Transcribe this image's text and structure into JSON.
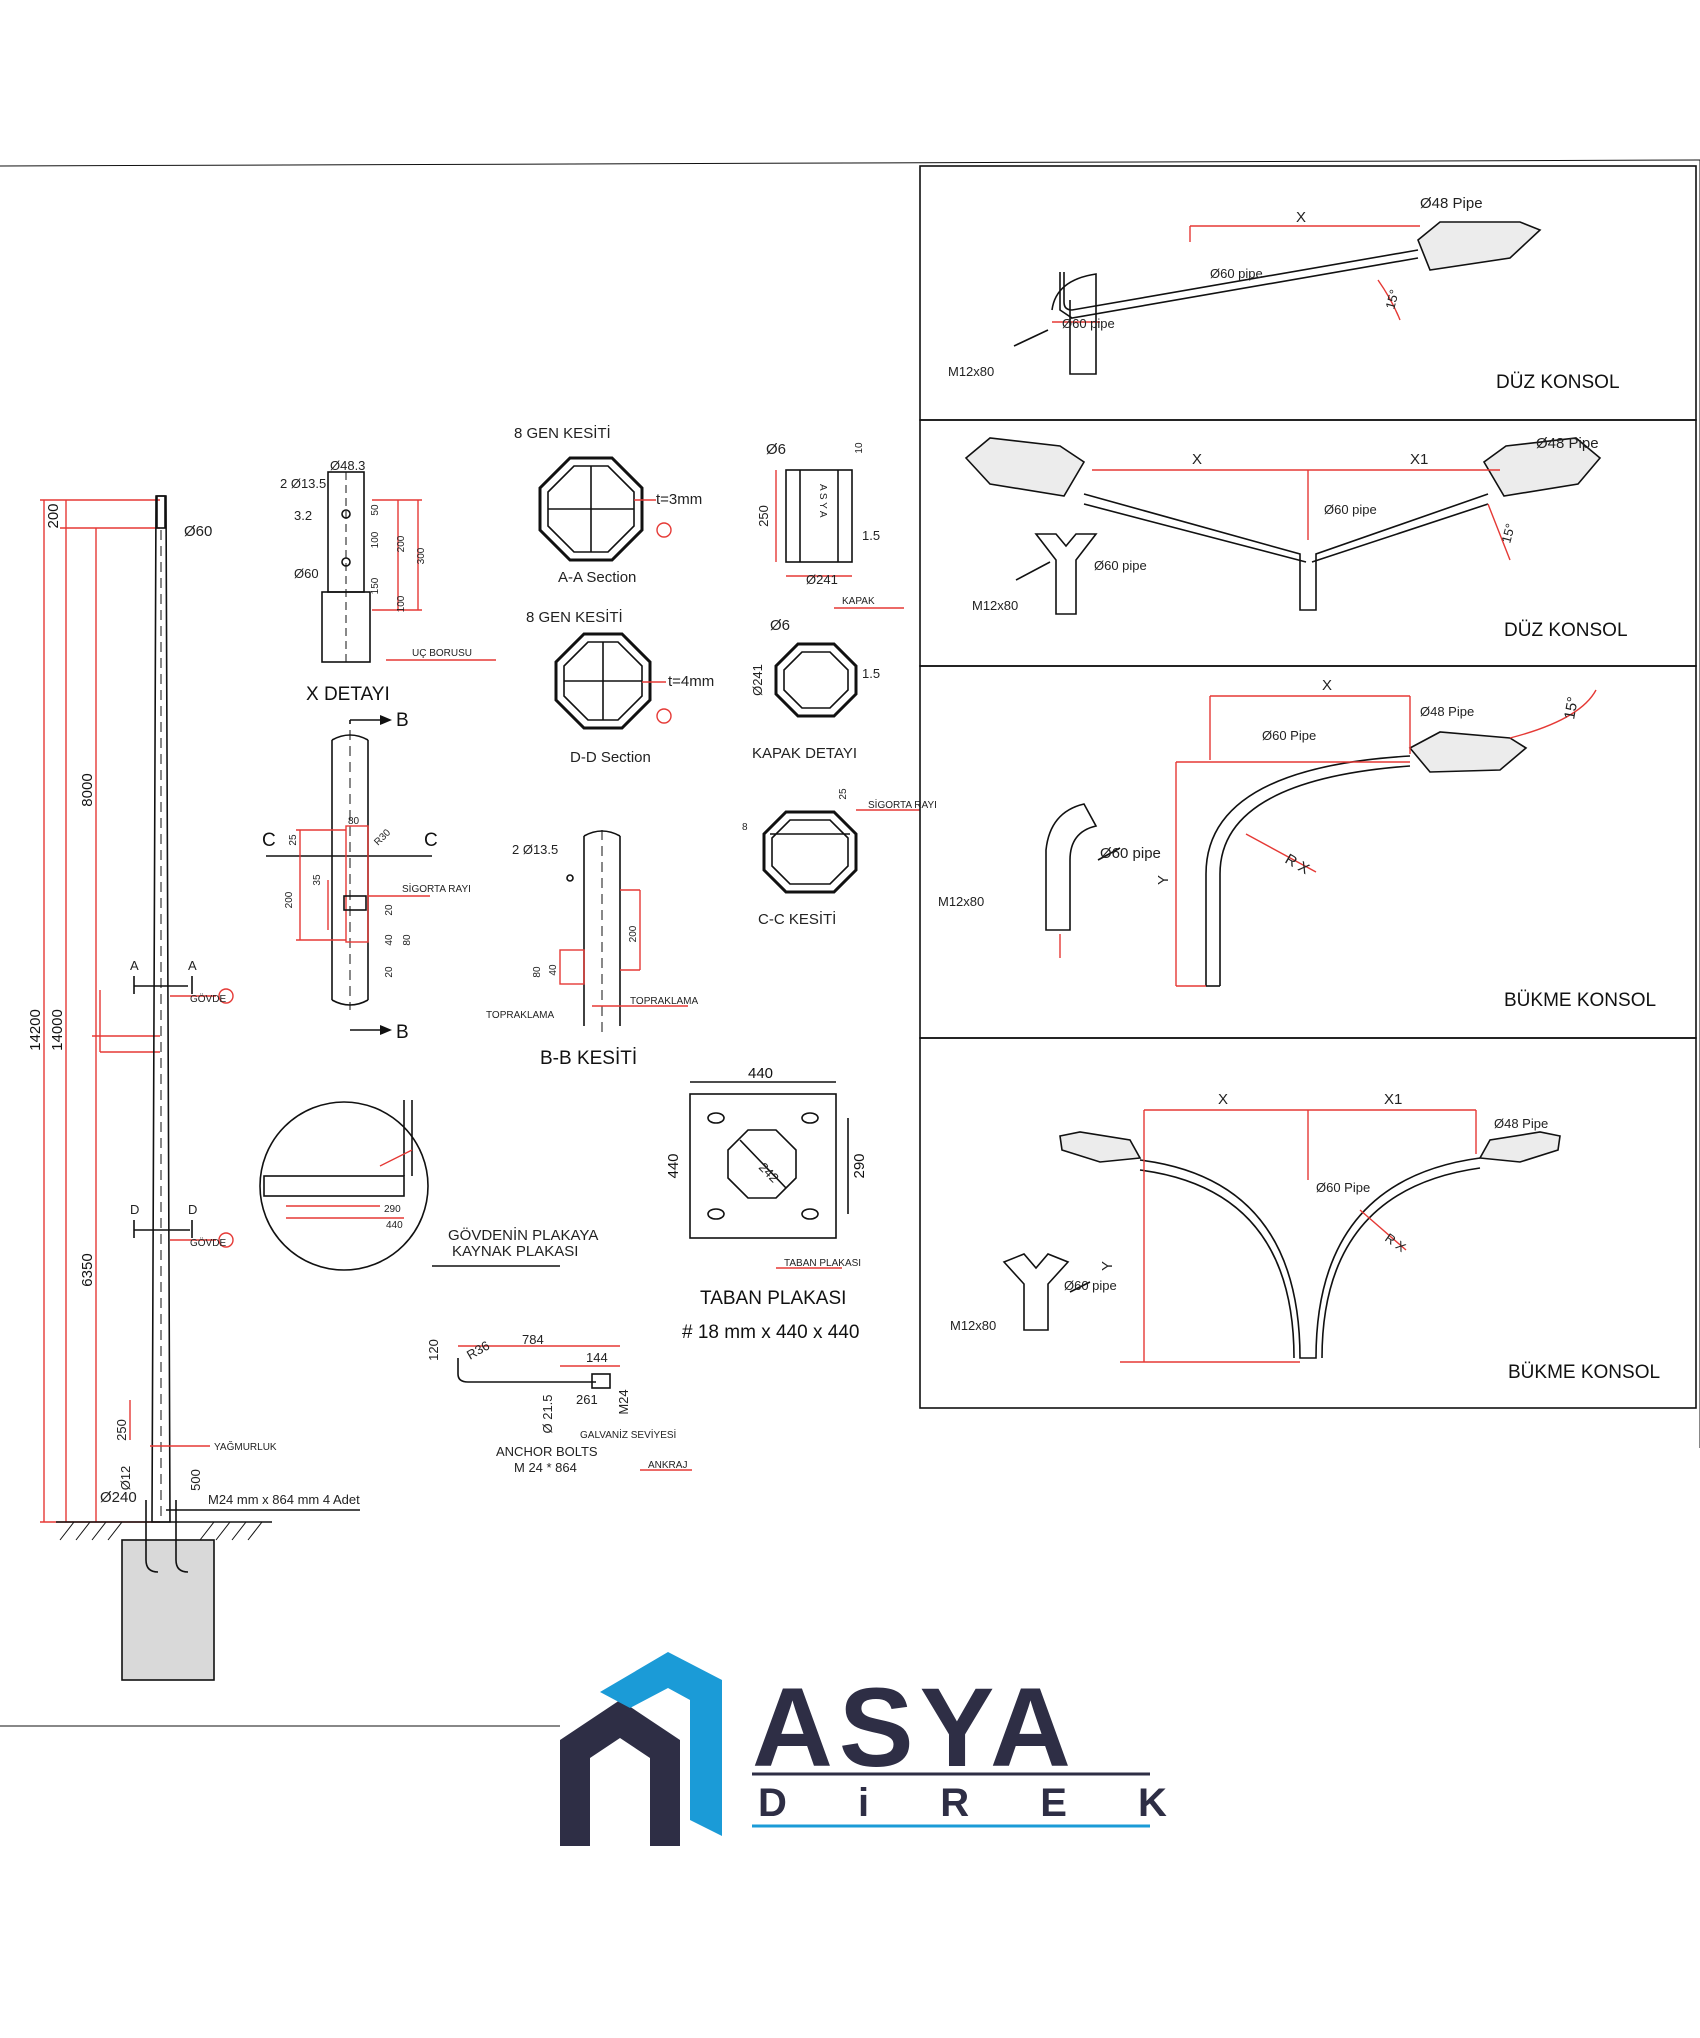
{
  "pole": {
    "top_diameter": "Ø60",
    "dims": {
      "total": "14200",
      "height": "14000",
      "upper": "8000",
      "lower": "6350",
      "top": "200"
    },
    "section_marks": {
      "a": "A",
      "d": "D"
    },
    "govde": "GÖVDE",
    "yag": "YAĞMURLUK",
    "d250": "250",
    "d12": "Ø12",
    "d500": "500",
    "base_diameter": "Ø240",
    "anchor_note": "M24 mm x 864 mm 4 Adet"
  },
  "x_detail": {
    "title": "X DETAYI",
    "holes": "2 Ø13.5",
    "d483": "Ø48.3",
    "d32": "3.2",
    "d60": "Ø60",
    "v50": "50",
    "v100": "100",
    "v150": "150",
    "v100b": "100",
    "v200": "200",
    "v300": "300",
    "uc": "UÇ BORUSU"
  },
  "sections": {
    "aa_title": "8 GEN KESİTİ",
    "aa_t": "t=3mm",
    "aa_name": "A-A Section",
    "dd_title": "8 GEN KESİTİ",
    "dd_t": "t=4mm",
    "dd_name": "D-D Section"
  },
  "kapak": {
    "d6": "Ø6",
    "v10": "10",
    "v250": "250",
    "v15": "1.5",
    "d241": "Ø241",
    "label": "KAPAK",
    "brand_v": "A S Y A",
    "d6b": "Ø6",
    "d241b": "Ø241",
    "v15b": "1.5",
    "title": "KAPAK DETAYI"
  },
  "cc": {
    "v25": "25",
    "v8": "8",
    "sig": "SİGORTA RAYI",
    "title": "C-C KESİTİ"
  },
  "door": {
    "b": "B",
    "c": "C",
    "v25": "25",
    "v80": "80",
    "r30": "R30",
    "v35": "35",
    "v200": "200",
    "v20": "20",
    "v40": "40",
    "v80b": "80",
    "v20b": "20",
    "sig": "SİGORTA RAYI"
  },
  "bb": {
    "holes": "2 Ø13.5",
    "v200": "200",
    "v80": "80",
    "v40": "40",
    "topr": "TOPRAKLAMA",
    "topr2": "TOPRAKLAMA",
    "title": "B-B KESİTİ"
  },
  "weld": {
    "v290": "290",
    "v440": "440",
    "title1": "GÖVDENİN PLAKAYA",
    "title2": "KAYNAK PLAKASI"
  },
  "base_plate": {
    "top": "440",
    "left": "440",
    "right": "290",
    "diag": "242",
    "label": "TABAN PLAKASI",
    "title": "TABAN PLAKASI",
    "spec": "# 18 mm x 440 x 440"
  },
  "anchor": {
    "v784": "784",
    "v144": "144",
    "v120": "120",
    "r36": "R36",
    "d215": "Ø 21.5",
    "v261": "261",
    "m24": "M24",
    "galv": "GALVANİZ SEVİYESİ",
    "t1": "ANCHOR BOLTS",
    "t2": "M 24 * 864",
    "ank": "ANKRAJ"
  },
  "konsol": [
    {
      "title": "DÜZ KONSOL",
      "x": "X",
      "pipe48": "Ø48 Pipe",
      "pipe60": "Ø60 pipe",
      "angle": "15°",
      "bolt": "M12x80",
      "pipe60b": "Ø60 pipe"
    },
    {
      "title": "DÜZ KONSOL",
      "x": "X",
      "x1": "X1",
      "pipe48": "Ø48 Pipe",
      "pipe60": "Ø60 pipe",
      "angle": "15°",
      "bolt": "M12x80",
      "pipe60b": "Ø60 pipe"
    },
    {
      "title": "BÜKME KONSOL",
      "x": "X",
      "y": "Y",
      "rx": "R X",
      "pipe48": "Ø48 Pipe",
      "pipe60": "Ø60 Pipe",
      "angle": "15°",
      "bolt": "M12x80",
      "pipe60b": "Ø60 pipe"
    },
    {
      "title": "BÜKME KONSOL",
      "x": "X",
      "x1": "X1",
      "y": "Y",
      "rx": "R X",
      "pipe48": "Ø48 Pipe",
      "pipe60": "Ø60 Pipe",
      "bolt": "M12x80",
      "pipe60b": "Ø60 pipe"
    }
  ],
  "logo": {
    "name": "ASYA",
    "sub": "D i R E K",
    "colors": {
      "blue": "#1b9bd7",
      "navy": "#2e2e45"
    }
  }
}
